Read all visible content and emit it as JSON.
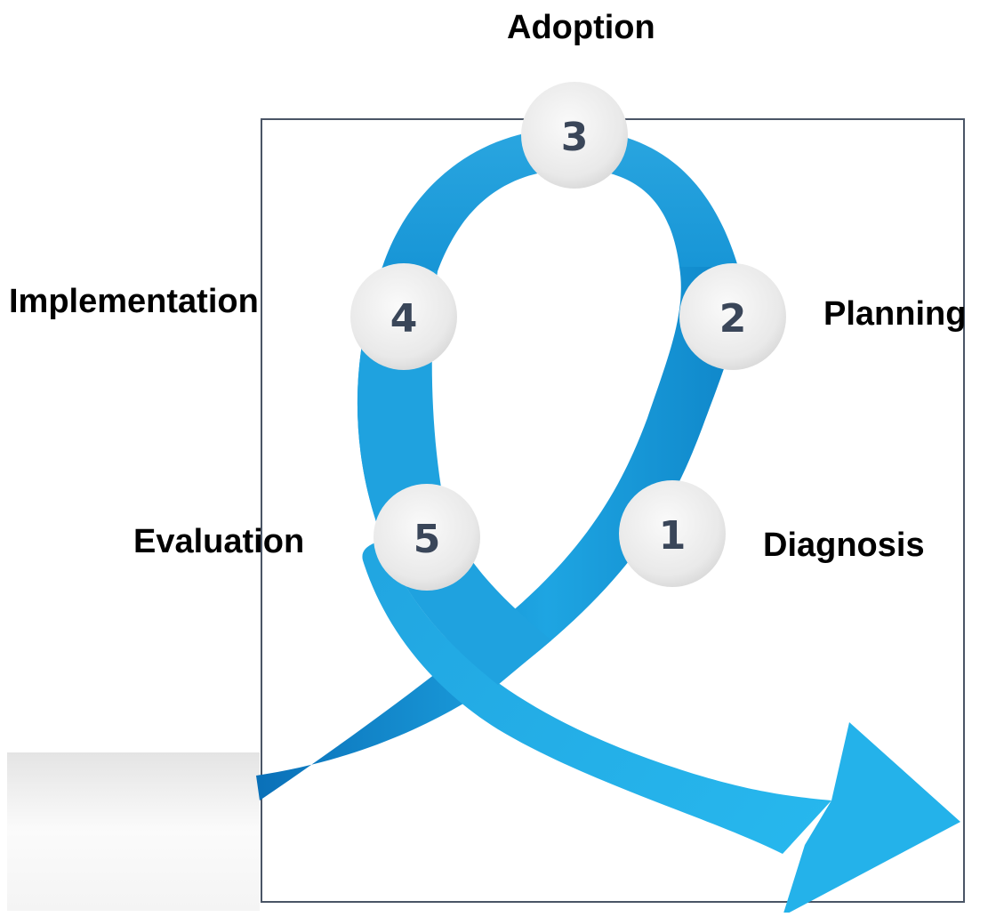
{
  "diagram": {
    "stages": [
      {
        "number": "1",
        "label": "Diagnosis"
      },
      {
        "number": "2",
        "label": "Planning"
      },
      {
        "number": "3",
        "label": "Adoption"
      },
      {
        "number": "4",
        "label": "Implementation"
      },
      {
        "number": "5",
        "label": "Evaluation"
      }
    ]
  },
  "colors": {
    "arrow_light": "#25b5ec",
    "arrow_dark": "#0a70b8",
    "circle_fill": "#ececec",
    "number_text": "#3a4659",
    "frame_border": "#4a5566"
  }
}
